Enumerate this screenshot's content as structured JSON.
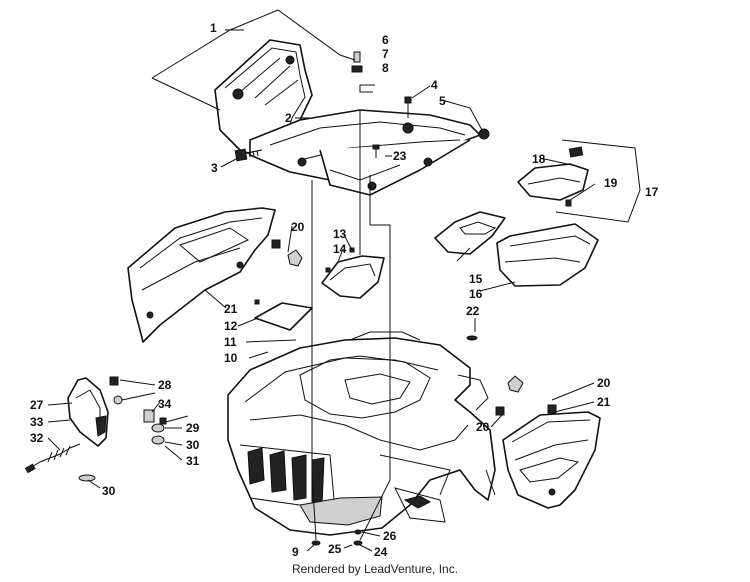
{
  "callouts": [
    "1",
    "2",
    "3",
    "4",
    "5",
    "6",
    "7",
    "8",
    "9",
    "10",
    "11",
    "12",
    "13",
    "14",
    "15",
    "16",
    "17",
    "18",
    "19",
    "20",
    "20",
    "20",
    "21",
    "21",
    "22",
    "23",
    "24",
    "25",
    "26",
    "27",
    "28",
    "29",
    "30",
    "30",
    "31",
    "32",
    "33",
    "34"
  ],
  "footer": "Rendered by LeadVenture, Inc."
}
